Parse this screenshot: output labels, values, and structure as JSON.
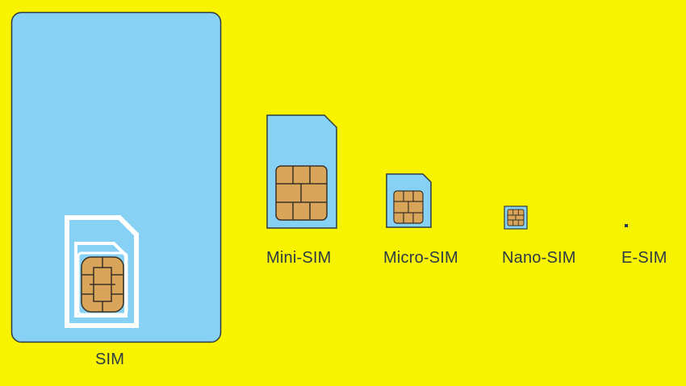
{
  "colors": {
    "background": "#f8f400",
    "card": "#87d1f5",
    "card_border": "#2d3b45",
    "chip": "#d9a55a",
    "chip_border": "#3b3125",
    "outline": "#ffffff"
  },
  "icons": [
    "sim-card-icon",
    "mini-sim-card-icon",
    "micro-sim-card-icon",
    "nano-sim-card-icon",
    "esim-dot-icon"
  ],
  "labels": {
    "sim": "SIM",
    "mini_sim": "Mini-SIM",
    "micro_sim": "Micro-SIM",
    "nano_sim": "Nano-SIM",
    "esim": "E-SIM"
  }
}
